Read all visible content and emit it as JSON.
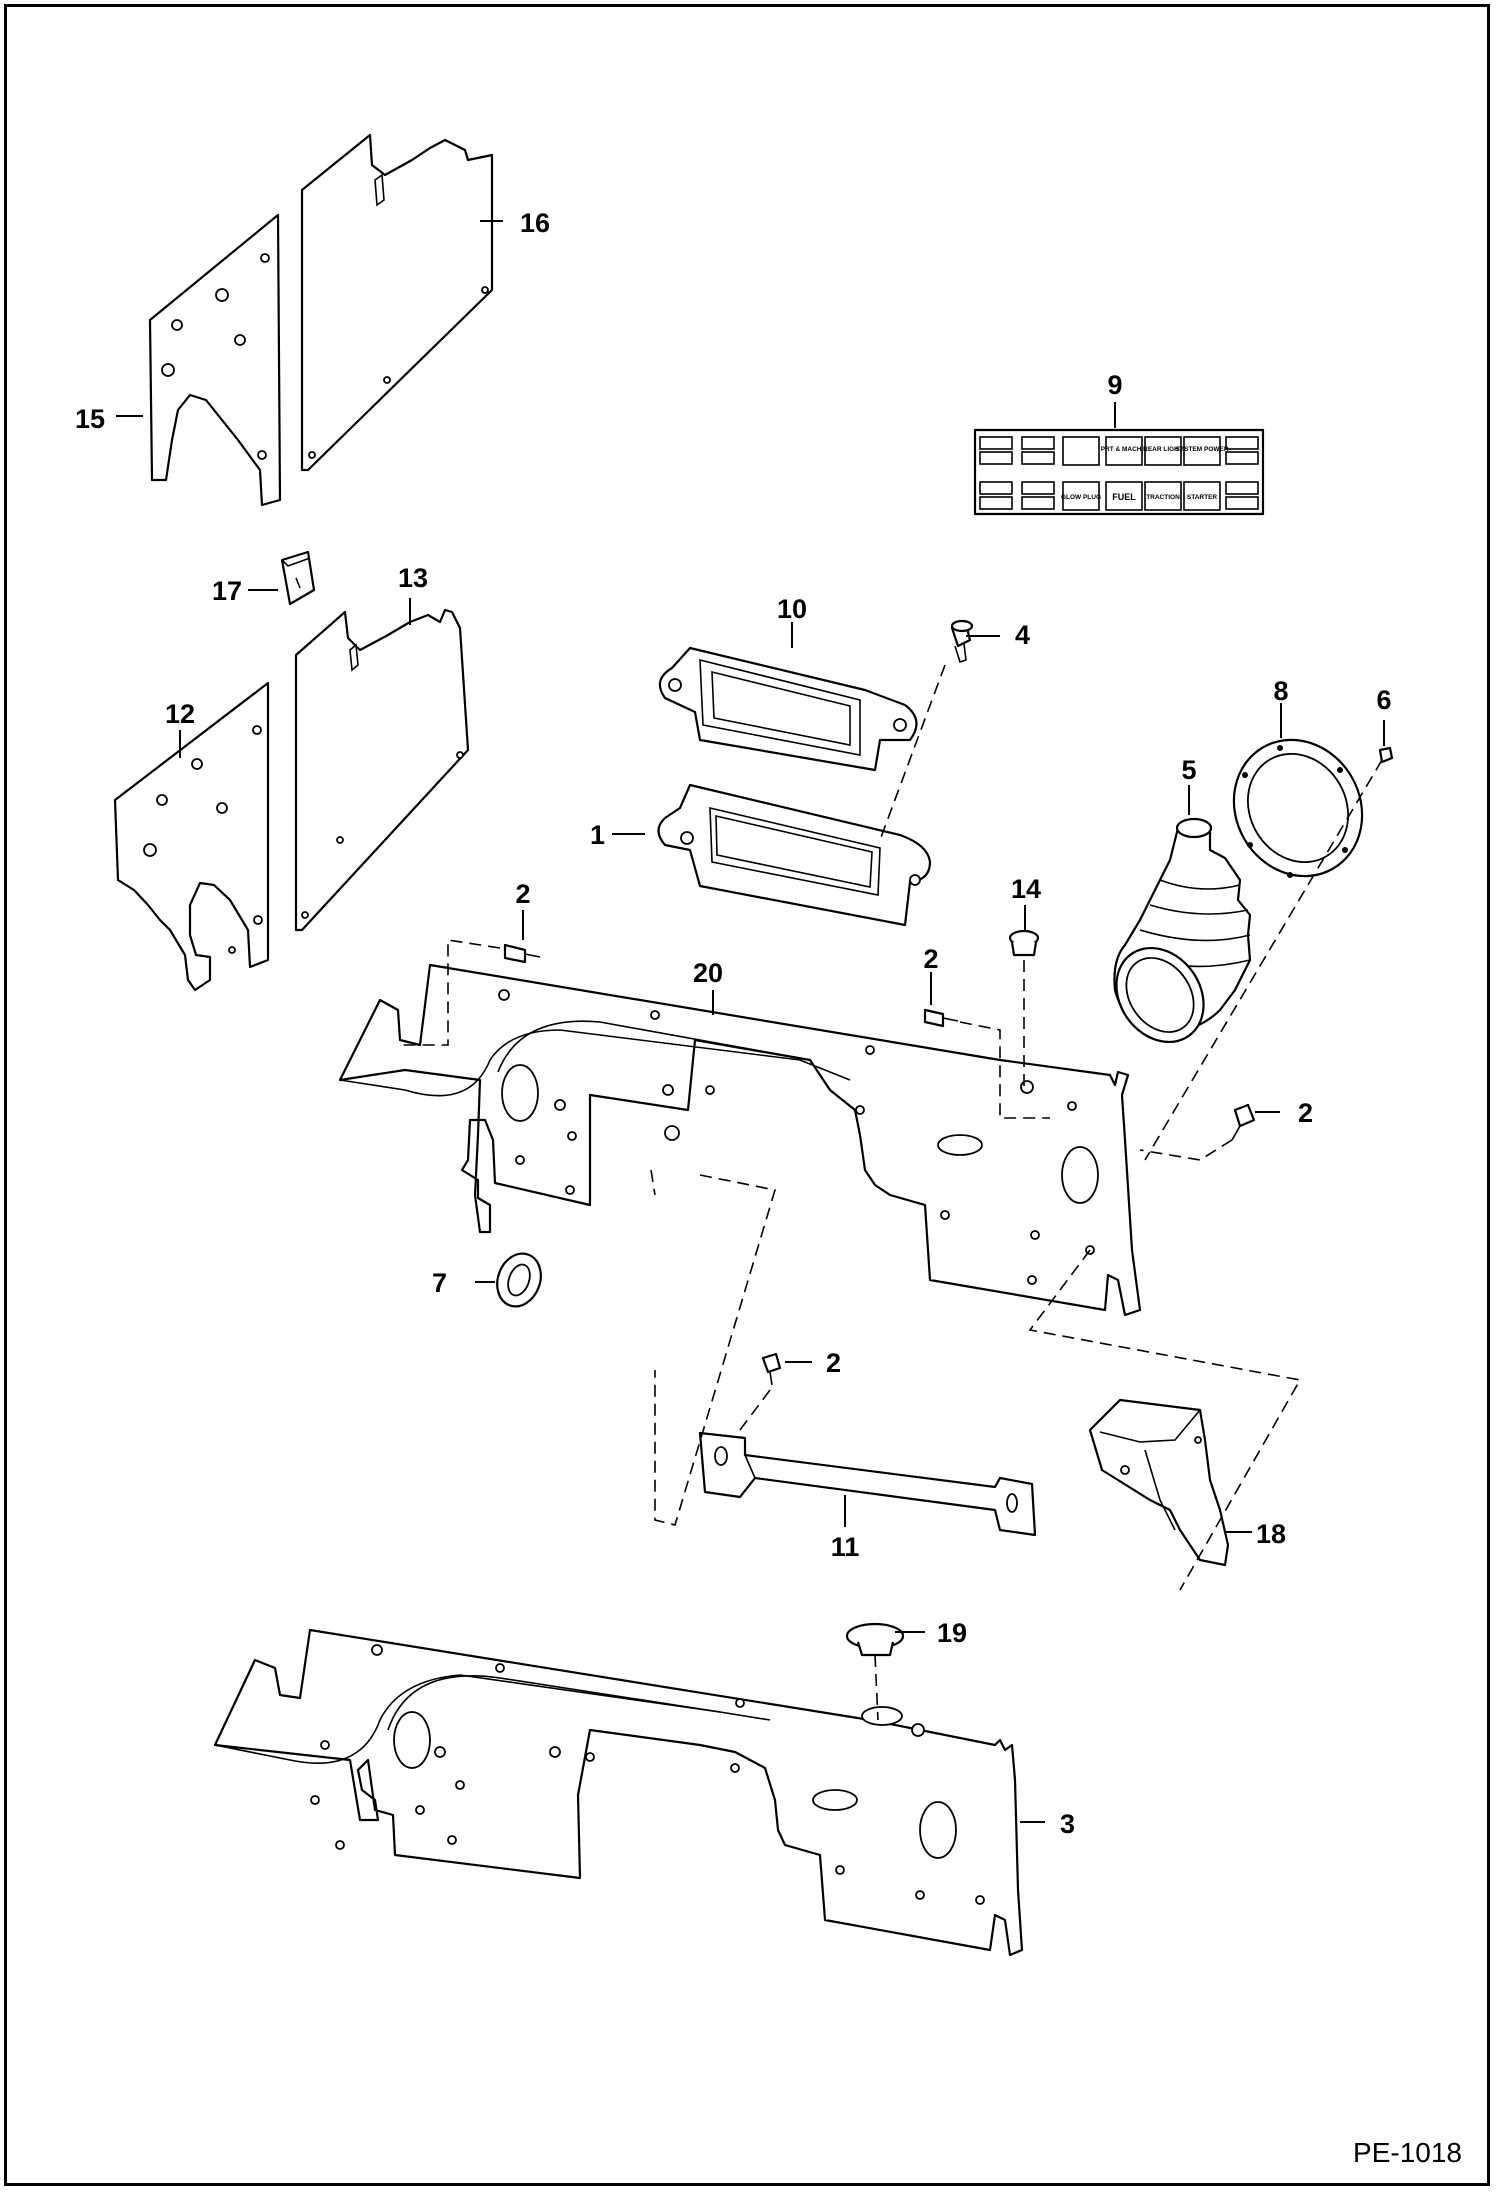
{
  "figure_ref": "PE-1018",
  "callouts": {
    "c1": "1",
    "c2a": "2",
    "c2b": "2",
    "c2c": "2",
    "c2d": "2",
    "c3": "3",
    "c4": "4",
    "c5": "5",
    "c6": "6",
    "c7": "7",
    "c8": "8",
    "c9": "9",
    "c10": "10",
    "c11": "11",
    "c12": "12",
    "c13": "13",
    "c14": "14",
    "c15": "15",
    "c16": "16",
    "c17": "17",
    "c18": "18",
    "c19": "19",
    "c20": "20"
  },
  "decal_9": {
    "row1": [
      "",
      "PRT & MACH L",
      "REAR LIGHT",
      "SYSTEM POWER"
    ],
    "row2": [
      "GLOW PLUG",
      "FUEL",
      "TRACTION",
      "STARTER"
    ]
  }
}
